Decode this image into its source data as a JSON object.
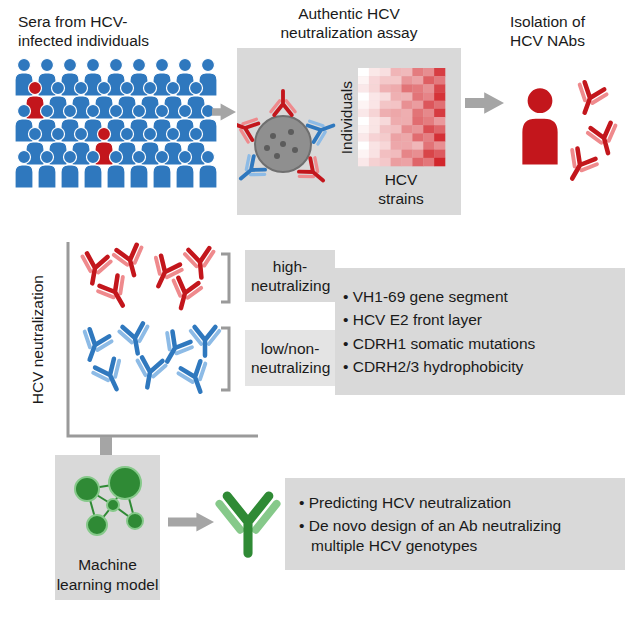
{
  "diagram": {
    "nodes": [
      {
        "text": [
          "Authentic HCV neutralization assay",
          "Individuals",
          "HCV strains"
        ]
      },
      {
        "text": [
          "high-neutralizing"
        ]
      },
      {
        "text": [
          "low/non-neutralizing"
        ]
      },
      {
        "text": [
          "• VH1-69 gene segment",
          "• HCV E2 front layer",
          "• CDRH1 somatic mutations",
          "• CDRH2/3 hydrophobicity"
        ]
      },
      {
        "text": [
          "Machine learning model"
        ]
      },
      {
        "text": [
          "• Predicting HCV neutralization",
          "• De novo design of an Ab neutralizing multiple HCV genotypes"
        ]
      }
    ],
    "labels": [
      "Sera from HCV-infected individuals",
      "HCV neutralization",
      "Isolation of HCV NAbs"
    ]
  }
}
